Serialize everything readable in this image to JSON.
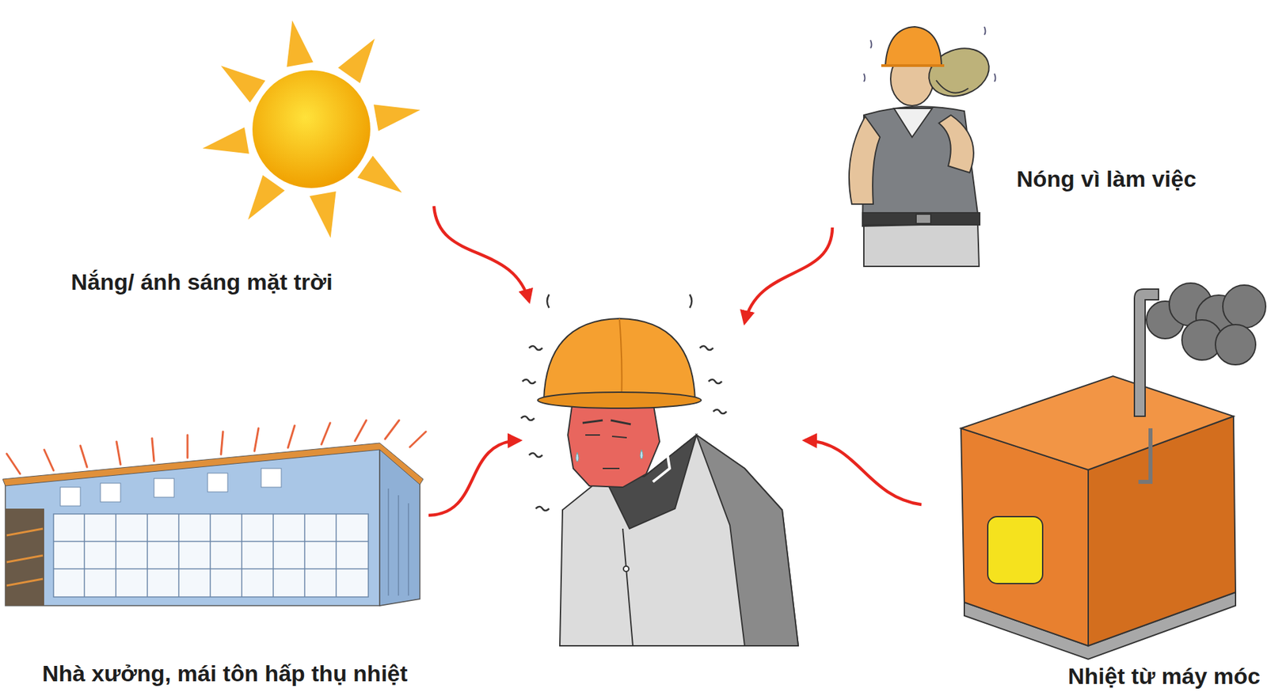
{
  "diagram": {
    "labels": [
      "Nắng/ ánh sáng mặt trời",
      "Nóng vì làm việc",
      "Nhà xưởng, mái tôn hấp thụ nhiệt",
      "Nhiệt từ máy móc"
    ]
  }
}
